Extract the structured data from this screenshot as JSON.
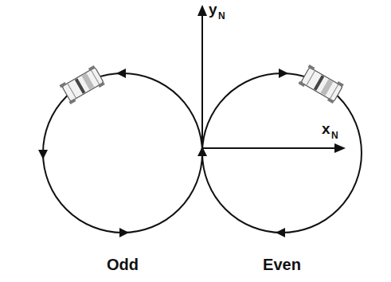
{
  "diagram": {
    "labels": [
      "y",
      "N",
      "x",
      "N",
      "Odd",
      "Even"
    ]
  }
}
